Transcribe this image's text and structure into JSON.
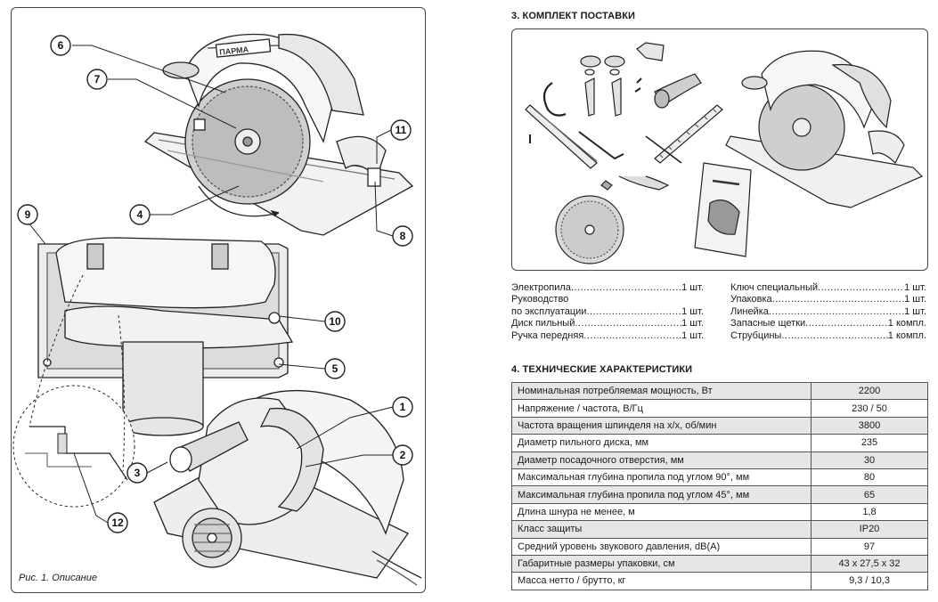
{
  "figure": {
    "caption": "Рис. 1. Описание",
    "callouts": [
      "6",
      "7",
      "11",
      "4",
      "8",
      "9",
      "10",
      "5",
      "1",
      "2",
      "3",
      "12"
    ],
    "brand_text": "ПАРМА"
  },
  "kit": {
    "title": "3. КОМПЛЕКТ ПОСТАВКИ",
    "left_items": [
      {
        "name": "Электропила",
        "qty": "1 шт."
      },
      {
        "name": "Руководство",
        "qty": ""
      },
      {
        "name": "по эксплуатации",
        "qty": "1 шт."
      },
      {
        "name": "Диск пильный ",
        "qty": "1 шт."
      },
      {
        "name": "Ручка передняя",
        "qty": "1 шт."
      }
    ],
    "right_items": [
      {
        "name": "Ключ специальный ",
        "qty": "1 шт."
      },
      {
        "name": "Упаковка ",
        "qty": "1 шт."
      },
      {
        "name": "Линейка",
        "qty": "1 шт."
      },
      {
        "name": "Запасные щетки",
        "qty": "1 компл."
      },
      {
        "name": "Струбцины",
        "qty": "1 компл."
      }
    ]
  },
  "specs": {
    "title": "4. ТЕХНИЧЕСКИЕ ХАРАКТЕРИСТИКИ",
    "rows": [
      {
        "param": "Номинальная потребляемая мощность, Вт",
        "value": "2200"
      },
      {
        "param": "Напряжение / частота, В/Гц",
        "value": "230 / 50"
      },
      {
        "param": "Частота вращения шпинделя на х/х, об/мин",
        "value": "3800"
      },
      {
        "param": "Диаметр пильного диска, мм",
        "value": "235"
      },
      {
        "param": "Диаметр посадочного отверстия, мм",
        "value": "30"
      },
      {
        "param": "Максимальная глубина пропила под углом 90°, мм",
        "value": "80"
      },
      {
        "param": "Максимальная глубина пропила под углом 45°, мм",
        "value": "65"
      },
      {
        "param": "Длина шнура не менее, м",
        "value": "1,8"
      },
      {
        "param": "Класс защиты",
        "value": "IP20"
      },
      {
        "param": "Средний уровень звукового давления, dB(A)",
        "value": "97"
      },
      {
        "param": "Габаритные размеры упаковки, см",
        "value": "43 х 27,5 х 32"
      },
      {
        "param": "Масса нетто / брутто, кг",
        "value": "9,3 / 10,3"
      }
    ]
  }
}
